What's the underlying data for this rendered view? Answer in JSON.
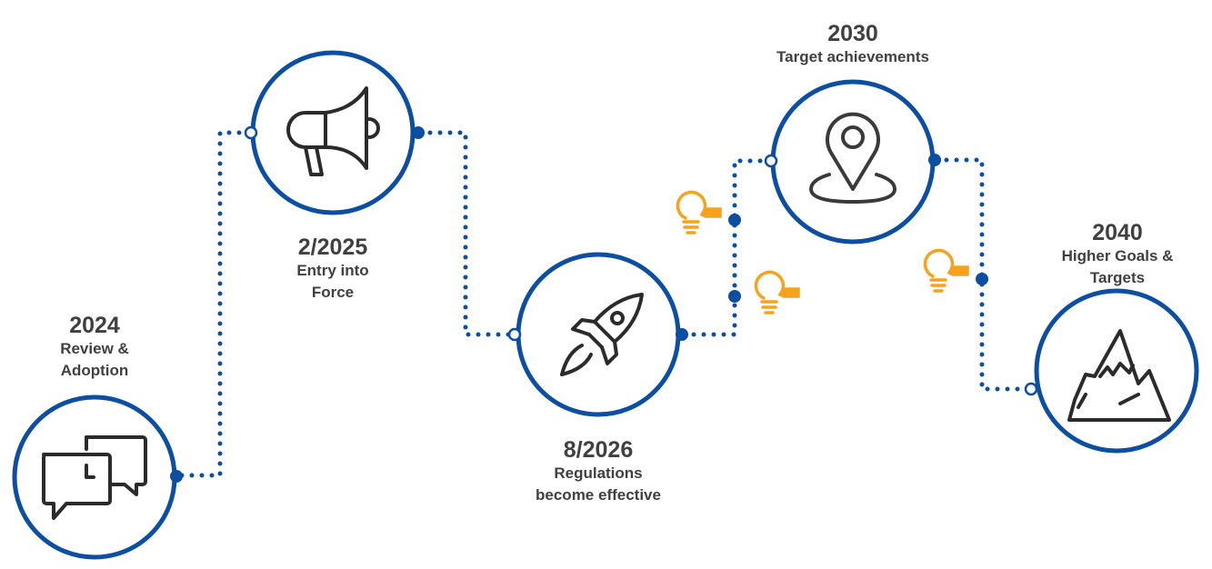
{
  "colors": {
    "ring": "#0b4ea2",
    "connector": "#0b4ea2",
    "icon_stroke": "#2b2b2b",
    "bulb": "#f7a21b",
    "text": "#404040"
  },
  "milestones": [
    {
      "year": "2024",
      "desc_line1": "Review &",
      "desc_line2": "Adoption",
      "icon": "chat-bubbles-icon"
    },
    {
      "year": "2/2025",
      "desc_line1": "Entry into",
      "desc_line2": "Force",
      "icon": "megaphone-icon"
    },
    {
      "year": "8/2026",
      "desc_line1": "Regulations",
      "desc_line2": "become effective",
      "icon": "rocket-icon"
    },
    {
      "year": "2030",
      "desc_line1": "Target achievements",
      "desc_line2": "",
      "icon": "location-pin-icon"
    },
    {
      "year": "2040",
      "desc_line1": "Higher Goals &",
      "desc_line2": "Targets",
      "icon": "mountain-icon"
    }
  ],
  "markers": [
    {
      "icon": "lightbulb-tag-icon",
      "count": 3
    }
  ]
}
